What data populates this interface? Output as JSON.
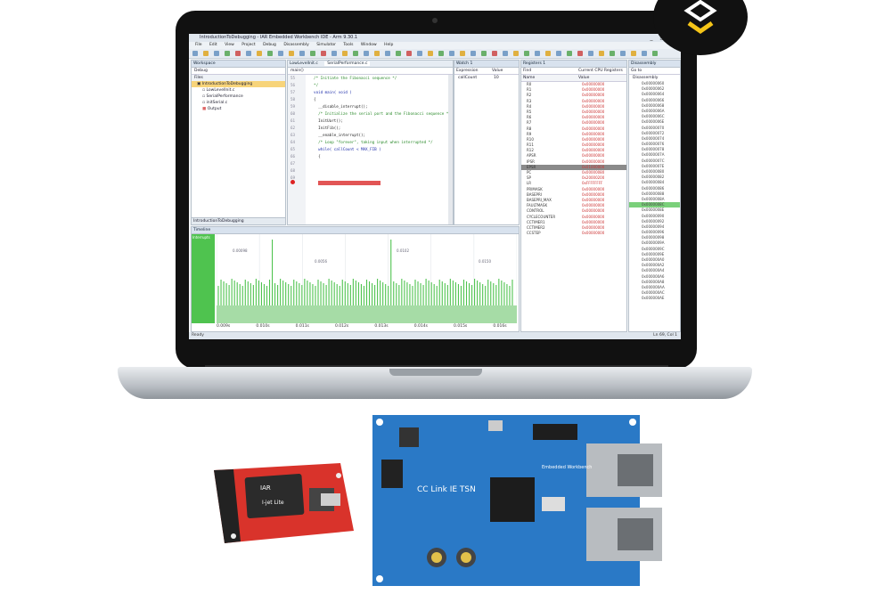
{
  "ide": {
    "window_title": "IntroductionToDebugging - IAR Embedded Workbench IDE - Arm 9.30.1",
    "menu": [
      "File",
      "Edit",
      "View",
      "Project",
      "Debug",
      "Disassembly",
      "Simulator",
      "Tools",
      "Window",
      "Help"
    ],
    "workspace": {
      "header": "Workspace",
      "config": "Debug",
      "files_label": "Files",
      "tree": [
        "IntroductionToDebugging",
        "LowLevelInit.c",
        "SerialPerformance",
        "initSerial.c",
        "Output"
      ],
      "bottom_tab": "IntroductionToDebugging"
    },
    "editor": {
      "tabs": [
        "LowLevelInit.c",
        "SerialPerformance.c"
      ],
      "scope": "main()",
      "line_numbers": [
        "55",
        "56",
        "57",
        "58",
        "59",
        "60",
        "61",
        "62",
        "63",
        "64",
        "65",
        "66",
        "67",
        "68",
        "69"
      ],
      "lines": [
        {
          "text": "  /* Initiate the Fibonacci sequence */",
          "kind": "c-com"
        },
        {
          "text": "  */",
          "kind": "c-com"
        },
        {
          "text": "  void main( void )",
          "kind": "c-kw"
        },
        {
          "text": "  {",
          "kind": "c-tx"
        },
        {
          "text": "    __disable_interrupt();",
          "kind": "c-tx"
        },
        {
          "text": "",
          "kind": "c-tx"
        },
        {
          "text": "    /* Initialize the serial port and the Fibonacci sequence */",
          "kind": "c-com"
        },
        {
          "text": "    InitUart();",
          "kind": "c-tx"
        },
        {
          "text": "    InitFib();",
          "kind": "c-tx"
        },
        {
          "text": "",
          "kind": "c-tx"
        },
        {
          "text": "    __enable_interrupt();",
          "kind": "c-tx"
        },
        {
          "text": "",
          "kind": "c-tx"
        },
        {
          "text": "    /* Loop \"forever\", taking input when interrupted */",
          "kind": "c-com"
        },
        {
          "text": "    while( callCount < MAX_FIB )",
          "kind": "c-kw"
        },
        {
          "text": "    {",
          "kind": "c-tx"
        }
      ]
    },
    "watch": {
      "header": "Watch 1",
      "columns": [
        "Expression",
        "Value"
      ],
      "rows": [
        {
          "expr": "callCount",
          "value": "10"
        }
      ]
    },
    "registers": {
      "header": "Registers 1",
      "filter": "Find",
      "group": "Current CPU Registers",
      "columns": [
        "Name",
        "Value"
      ],
      "rows": [
        {
          "name": "R0",
          "value": "0x00000000"
        },
        {
          "name": "R1",
          "value": "0x00000000"
        },
        {
          "name": "R2",
          "value": "0x00000000"
        },
        {
          "name": "R3",
          "value": "0x00000000"
        },
        {
          "name": "R4",
          "value": "0x00000000"
        },
        {
          "name": "R5",
          "value": "0x00000000"
        },
        {
          "name": "R6",
          "value": "0x00000000"
        },
        {
          "name": "R7",
          "value": "0x00000000"
        },
        {
          "name": "R8",
          "value": "0x00000000"
        },
        {
          "name": "R9",
          "value": "0x00000000"
        },
        {
          "name": "R10",
          "value": "0x00000000"
        },
        {
          "name": "R11",
          "value": "0x00000000"
        },
        {
          "name": "R12",
          "value": "0x00000000"
        },
        {
          "name": "APSR",
          "value": "0x00000000"
        },
        {
          "name": "IPSR",
          "value": "0x00000000"
        },
        {
          "name": "EPSR",
          "value": "0x01000000"
        },
        {
          "name": "PC",
          "value": "0x00000080"
        },
        {
          "name": "SP",
          "value": "0x20000200"
        },
        {
          "name": "LR",
          "value": "0xFFFFFFFF"
        },
        {
          "name": "PRIMASK",
          "value": "0x00000000"
        },
        {
          "name": "BASEPRI",
          "value": "0x00000000"
        },
        {
          "name": "BASEPRI_MAX",
          "value": "0x00000000"
        },
        {
          "name": "FAULTMASK",
          "value": "0x00000000"
        },
        {
          "name": "CONTROL",
          "value": "0x00000000"
        },
        {
          "name": "CYCLECOUNTER",
          "value": "0x00000000"
        },
        {
          "name": "CCTIMER1",
          "value": "0x00000000"
        },
        {
          "name": "CCTIMER2",
          "value": "0x00000000"
        },
        {
          "name": "CCSTEP",
          "value": "0x00000000"
        }
      ],
      "selected_index": 15
    },
    "disassembly": {
      "header": "Disassembly",
      "goto": "Go to",
      "title": "Disassembly",
      "rows": [
        "0x00000060",
        "0x00000062",
        "0x00000064",
        "0x00000066",
        "0x00000068",
        "0x0000006A",
        "0x0000006C",
        "0x0000006E",
        "0x00000070",
        "0x00000072",
        "0x00000074",
        "0x00000076",
        "0x00000078",
        "0x0000007A",
        "0x0000007C",
        "0x0000007E",
        "0x00000080",
        "0x00000082",
        "0x00000084",
        "0x00000086",
        "0x00000088",
        "0x0000008A",
        "0x0000008C",
        "0x0000008E",
        "0x00000090",
        "0x00000092",
        "0x00000094",
        "0x00000096",
        "0x00000098",
        "0x0000009A",
        "0x0000009C",
        "0x0000009E",
        "0x000000A0",
        "0x000000A2",
        "0x000000A4",
        "0x000000A6",
        "0x000000A8",
        "0x000000AA",
        "0x000000AC",
        "0x000000AE"
      ],
      "highlight_index": 22
    },
    "timeline": {
      "header": "Timeline",
      "row_label": "Interrupts",
      "axis": [
        "0.009s",
        "0.010s",
        "0.011s",
        "0.012s",
        "0.013s",
        "0.014s",
        "0.015s",
        "0.016s"
      ],
      "markers": [
        "0.00098",
        "0.0056",
        "0.0102",
        "0.0150"
      ]
    },
    "status_left": "Ready",
    "status_right": "Ln 69, Col 1"
  },
  "boards": {
    "red_board_label": "I-jet Lite",
    "blue_board_label": "CC Link IE TSN",
    "blue_board_maker": "Embedded Workbench"
  },
  "colors": {
    "accent_green": "#7ad07a",
    "timeline_green": "#4fc34f",
    "red_board": "#d9332b",
    "blue_board": "#2a79c6",
    "logo_yellow": "#f5c518"
  }
}
